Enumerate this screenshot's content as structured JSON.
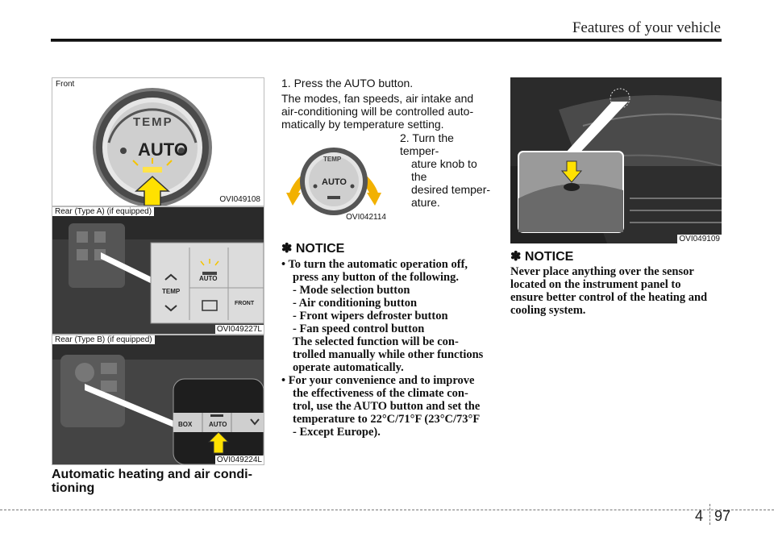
{
  "header": {
    "title": "Features of your vehicle"
  },
  "left": {
    "photo1": {
      "caption": "Front",
      "code": "OVI049108"
    },
    "photo2": {
      "caption": "Rear (Type A) (if equipped)",
      "code": "OVI049227L"
    },
    "photo3": {
      "caption": "Rear (Type B) (if equipped)",
      "code": "OVI049224L"
    },
    "knob_labels": {
      "temp": "TEMP",
      "auto": "AUTO",
      "front": "FRONT",
      "box": "BOX"
    },
    "section_title_1": "Automatic heating and air condi-",
    "section_title_2": "tioning"
  },
  "middle": {
    "step1": "1. Press the AUTO button.",
    "para_1": "The modes, fan speeds, air intake and",
    "para_2": "air-conditioning will be controlled auto-",
    "para_3": "matically by temperature setting.",
    "step2_1": "2. Turn the temper-",
    "step2_2": "ature knob to the",
    "step2_3": "desired temper-",
    "step2_4": "ature.",
    "knob_code": "OVI042114",
    "notice_title": "✽ NOTICE",
    "notice_lines": [
      "• To turn the automatic operation off,",
      "press any button of the following.",
      "- Mode selection button",
      "- Air conditioning button",
      "- Front wipers defroster button",
      "- Fan speed control button",
      "The selected function will be con-",
      "trolled manually while other functions",
      "operate automatically.",
      "• For your convenience and to improve",
      "the effectiveness of the climate con-",
      "trol, use the AUTO button and set the",
      "temperature to 22°C/71°F (23°C/73°F",
      "- Except Europe)."
    ]
  },
  "right": {
    "photo_code": "OVI049109",
    "notice_title": "✽ NOTICE",
    "notice_lines": [
      "Never place anything over the sensor",
      "located on the instrument panel to",
      "ensure better control of the heating and",
      "cooling system."
    ]
  },
  "footer": {
    "chapter": "4",
    "page": "97"
  }
}
